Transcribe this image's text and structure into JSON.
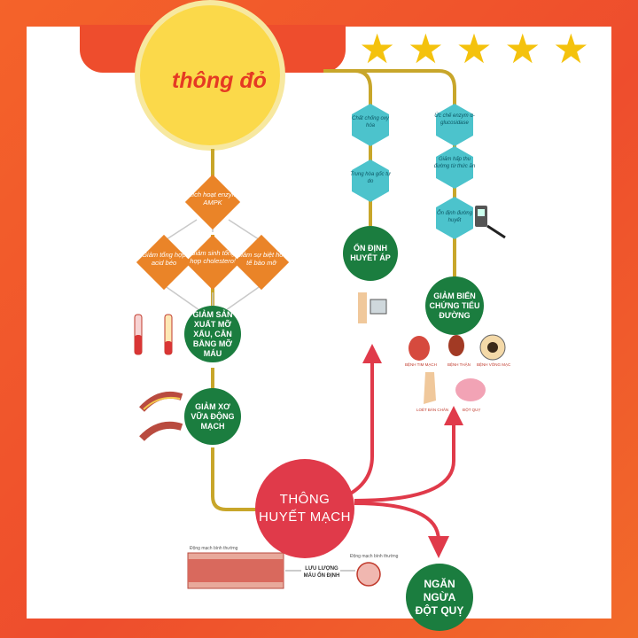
{
  "header": {
    "title_partial": "thông đỏ",
    "star_count": 5,
    "star_color": "#f4c20d",
    "banner_color": "#ee4d2d"
  },
  "mechanism": {
    "ampk": "Kích hoạt enzym AMPK",
    "left": "Giảm tổng hợp acid béo",
    "center": "Giảm sinh tổng hợp cholesterol",
    "right": "Giảm sự biệt hóa tế bào mỡ"
  },
  "lipid": {
    "node": "GIẢM SẢN XUẤT MỠ XẤU, CÂN BẰNG MỠ MÁU"
  },
  "atherosclerosis": {
    "node": "GIẢM XƠ VỮA ĐỘNG MẠCH"
  },
  "central": {
    "node_line1": "THÔNG",
    "node_line2": "HUYẾT MẠCH"
  },
  "blood_pressure": {
    "hex1": "Chất chống oxy hóa",
    "hex2": "Trung hòa gốc tự do",
    "node": "ỔN ĐỊNH HUYẾT ÁP"
  },
  "diabetes": {
    "hex1": "Ức chế enzym α-glucosidase",
    "hex2": "Giảm hấp thu đường từ thức ăn",
    "hex3": "Ổn định đường huyết",
    "node": "GIẢM BIẾN CHỨNG TIỂU ĐƯỜNG",
    "complications": [
      "BỆNH TIM MẠCH",
      "BỆNH THẬN",
      "BỆNH VÕNG MẠC",
      "LOÉT BÀN CHÂN",
      "ĐỘT QUỴ"
    ]
  },
  "stroke": {
    "node_line1": "NGĂN NGỪA",
    "node_line2": "ĐỘT QUỴ"
  },
  "vessel": {
    "label_left": "Động mạch bình thường",
    "label_right": "Động mạch bình thường",
    "flow": "LƯU LƯỢNG MÁU ỔN ĐỊNH"
  },
  "colors": {
    "green": "#1b7d3f",
    "red": "#e03a4a",
    "orange": "#ea8428",
    "teal": "#4cc3cc",
    "gold": "#c8a62a"
  }
}
